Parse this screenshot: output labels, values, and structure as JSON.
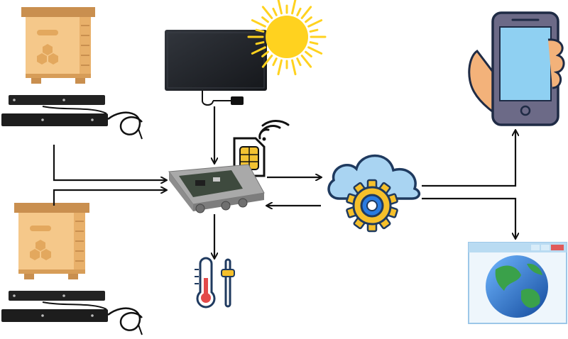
{
  "diagram": {
    "nodes": [
      {
        "id": "beehive-top",
        "icon": "beehive-icon"
      },
      {
        "id": "scale-top",
        "icon": "weight-scale-icon"
      },
      {
        "id": "beehive-bottom",
        "icon": "beehive-icon"
      },
      {
        "id": "scale-bottom",
        "icon": "weight-scale-icon"
      },
      {
        "id": "solar-panel",
        "icon": "solar-panel-icon"
      },
      {
        "id": "sun",
        "icon": "sun-icon"
      },
      {
        "id": "sim-card",
        "icon": "sim-card-icon"
      },
      {
        "id": "wifi",
        "icon": "wifi-icon"
      },
      {
        "id": "controller",
        "icon": "controller-box-icon"
      },
      {
        "id": "sensor",
        "icon": "thermometer-icon"
      },
      {
        "id": "cloud",
        "icon": "cloud-gear-icon"
      },
      {
        "id": "phone",
        "icon": "smartphone-icon"
      },
      {
        "id": "browser",
        "icon": "browser-globe-icon"
      }
    ],
    "edges": [
      {
        "from": "scale-top",
        "to": "controller"
      },
      {
        "from": "scale-bottom",
        "to": "controller"
      },
      {
        "from": "solar-panel",
        "to": "controller"
      },
      {
        "from": "controller",
        "to": "sensor"
      },
      {
        "from": "controller",
        "to": "cloud"
      },
      {
        "from": "cloud",
        "to": "controller"
      },
      {
        "from": "cloud",
        "to": "phone"
      },
      {
        "from": "cloud",
        "to": "browser"
      }
    ],
    "colors": {
      "hive_body": "#f5c88a",
      "hive_roof": "#c98f4f",
      "hive_stripe": "#e0a860",
      "scale_bar": "#222222",
      "solar_panel": "#23262c",
      "sun": "#ffd21f",
      "sim_gold": "#f2c232",
      "controller_body": "#9e9e9e",
      "cloud": "#a9d4f2",
      "cloud_outline": "#1f3a5f",
      "gear": "#f6c02b",
      "gear_hub": "#2a7be0",
      "phone_body": "#6c6a87",
      "phone_screen": "#8fd0f2",
      "hand": "#f3b27a",
      "browser_frame": "#b9dbf2",
      "globe_blue": "#1f6fd0",
      "globe_green": "#3aa14a",
      "thermometer_red": "#e34a4a",
      "arrow": "#111111"
    }
  }
}
